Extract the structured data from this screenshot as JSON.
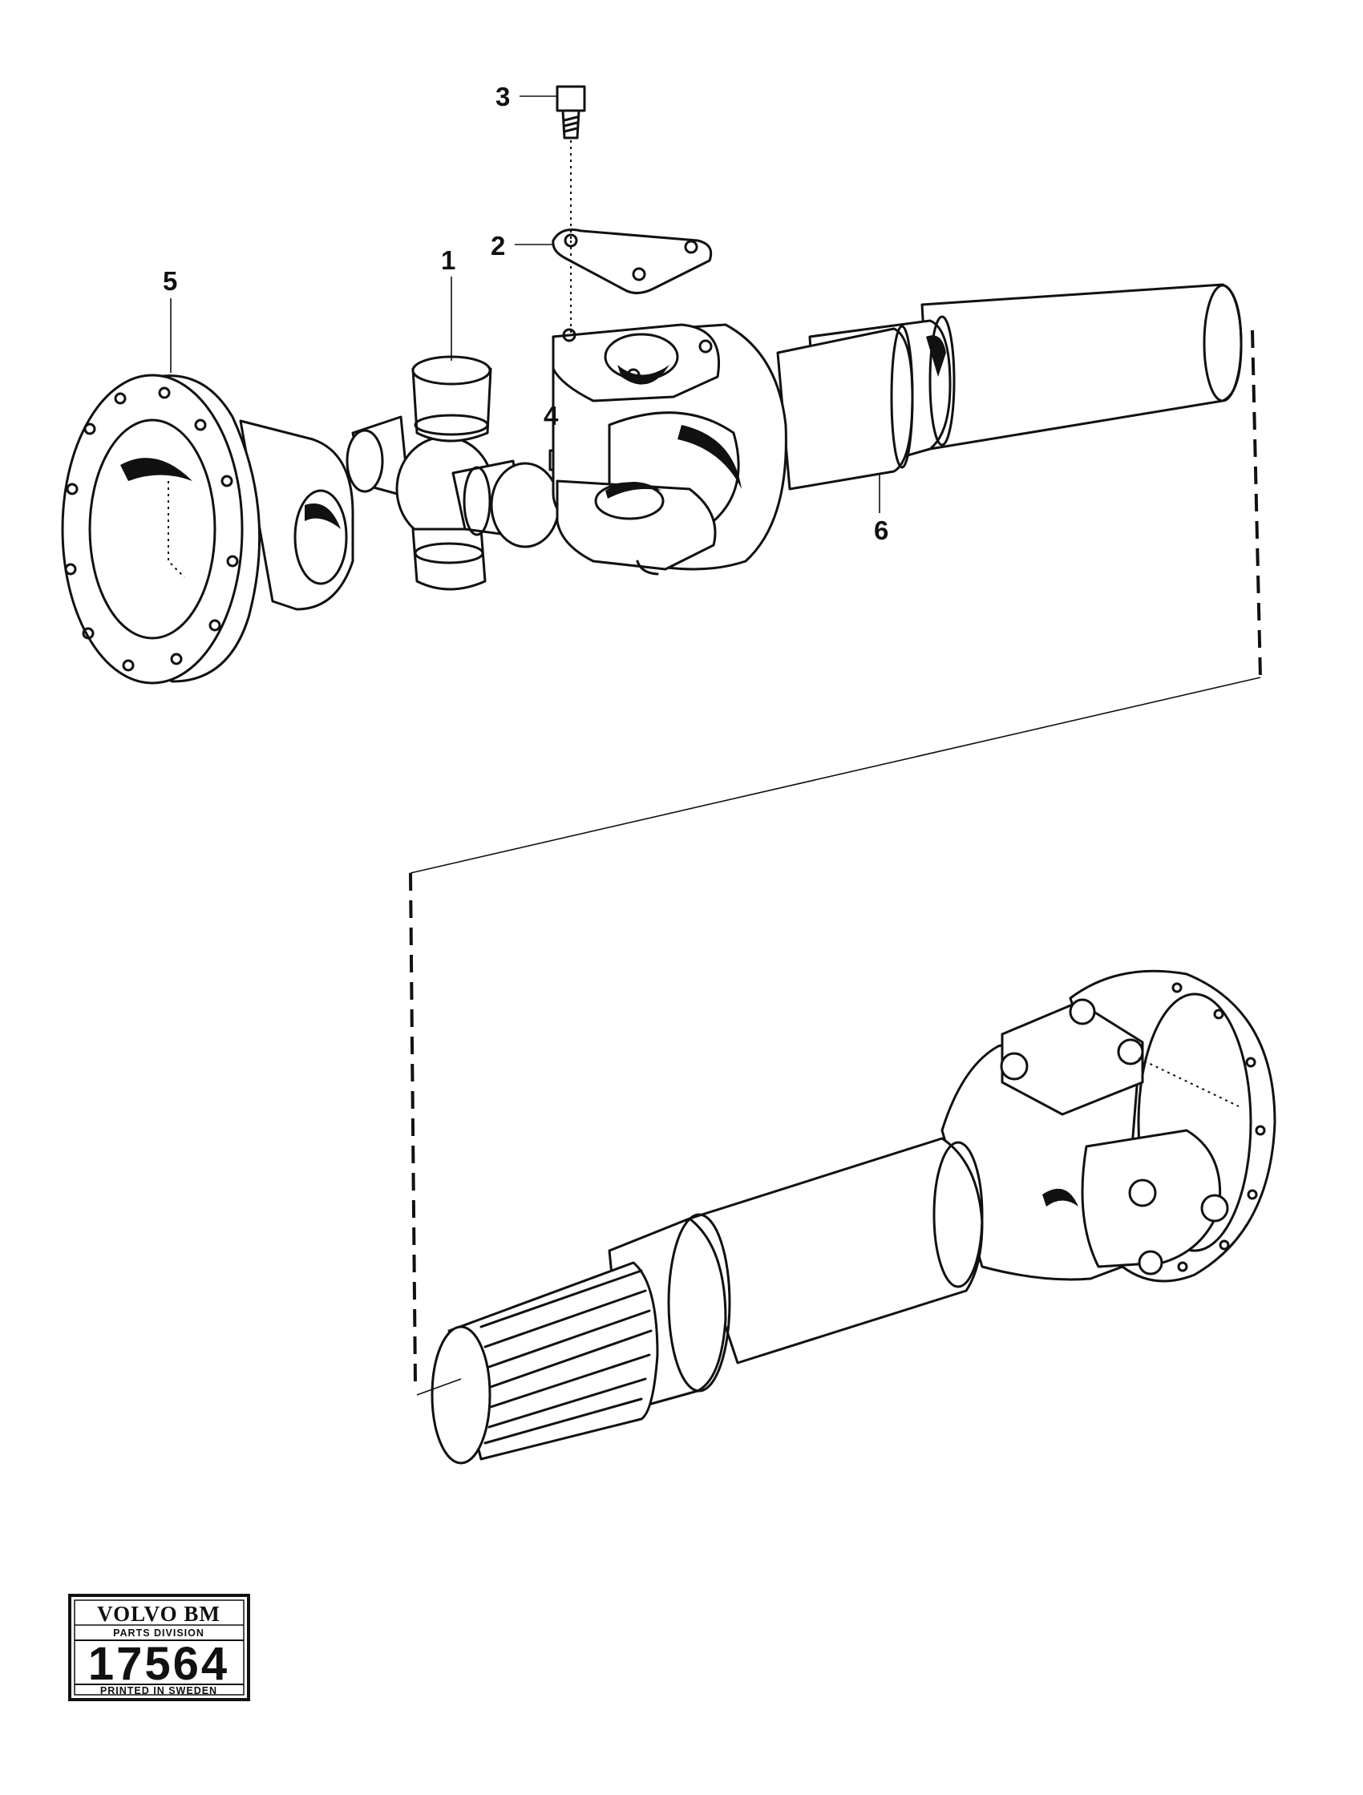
{
  "callouts": [
    {
      "id": "1",
      "label": "1"
    },
    {
      "id": "2",
      "label": "2"
    },
    {
      "id": "3",
      "label": "3"
    },
    {
      "id": "4",
      "label": "4"
    },
    {
      "id": "5",
      "label": "5"
    },
    {
      "id": "6",
      "label": "6"
    }
  ],
  "stamp": {
    "brand": "VOLVO BM",
    "division": "PARTS DIVISION",
    "number": "17564",
    "footer": "PRINTED IN SWEDEN"
  }
}
